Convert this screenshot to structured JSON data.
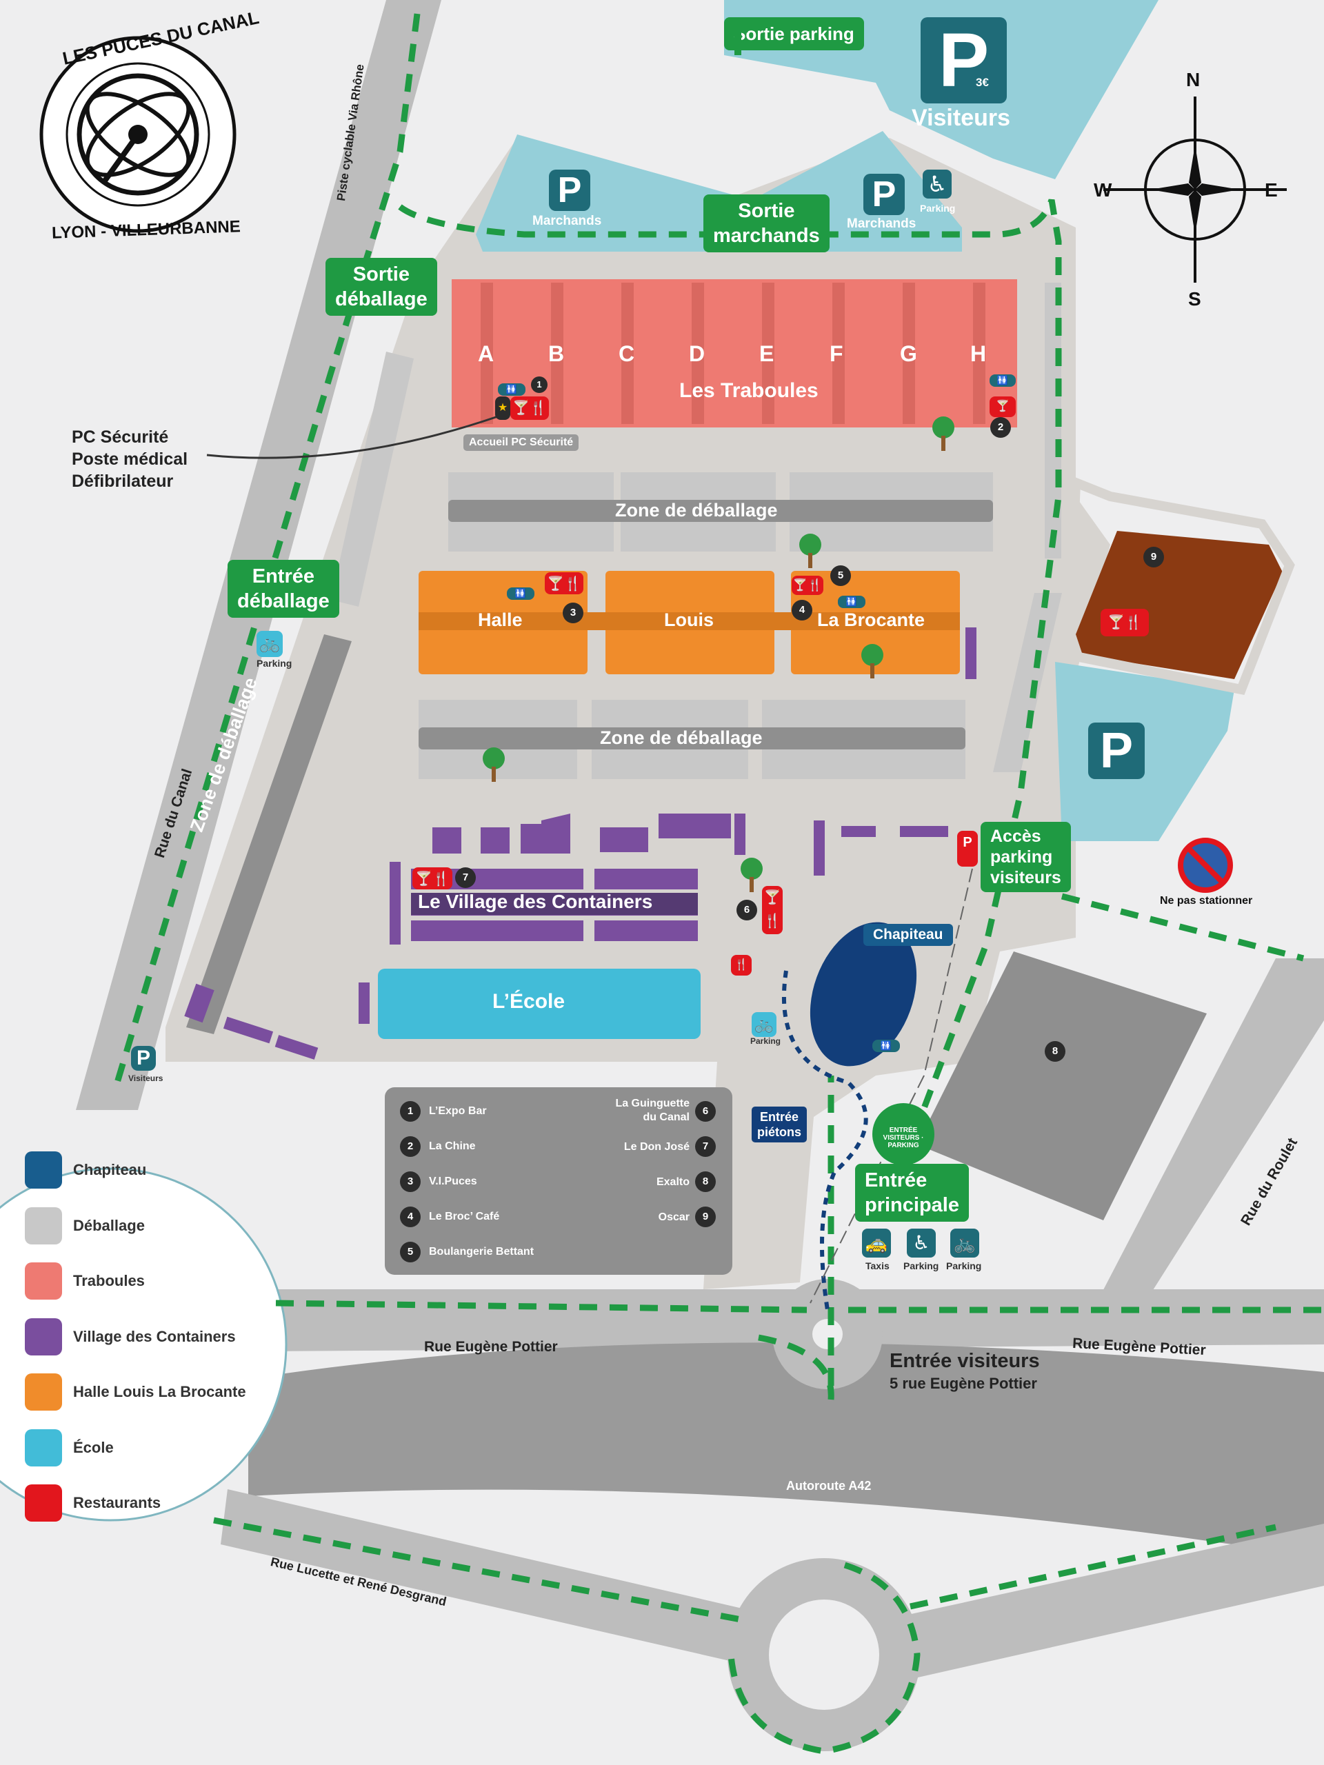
{
  "brand": {
    "logo_arc_top": "LES PUCES DU CANAL",
    "logo_arc_bottom": "LYON - VILLEURBANNE"
  },
  "compass": {
    "n": "N",
    "s": "S",
    "e": "E",
    "w": "W"
  },
  "signs": {
    "sortie_parking": "Sortie parking",
    "sortie_marchands_1": "Sortie",
    "sortie_marchands_2": "marchands",
    "sortie_deballage_1": "Sortie",
    "sortie_deballage_2": "déballage",
    "entree_deballage_1": "Entrée",
    "entree_deballage_2": "déballage",
    "acces_parking_1": "Accès",
    "acces_parking_2": "parking",
    "acces_parking_3": "visiteurs",
    "entree_principale_1": "Entrée",
    "entree_principale_2": "principale",
    "entree_pietons_1": "Entrée",
    "entree_pietons_2": "piétons",
    "entree_visiteurs_title": "Entrée visiteurs",
    "entree_visiteurs_address": "5 rue Eugène Pottier",
    "ne_pas_stationner": "Ne pas stationner",
    "pc_securite_1": "PC Sécurité",
    "pc_securite_2": "Poste médical",
    "pc_securite_3": "Défibrilateur",
    "accueil_pc": "Accueil PC Sécurité",
    "entree_ring_text": "ENTRÉE VISITEURS · PARKING"
  },
  "parking": {
    "visiteurs_price": "3€",
    "visiteurs_label": "Visiteurs",
    "marchands_1": "Marchands",
    "marchands_2": "Marchands",
    "pmr_label": "Parking",
    "bike_left_label": "Parking",
    "bike_center_label": "Parking",
    "small_p_label": "Visiteurs",
    "bottom_icons": [
      "Taxis",
      "Parking",
      "Parking"
    ],
    "p_letter": "P"
  },
  "zones": {
    "traboules": "Les Traboules",
    "aisles": [
      "A",
      "B",
      "C",
      "D",
      "E",
      "F",
      "G",
      "H"
    ],
    "deballage_top": "Zone de déballage",
    "deballage_mid": "Zone de déballage",
    "deballage_side": "Zone de déballage",
    "halle": "Halle",
    "louis": "Louis",
    "brocante": "La Brocante",
    "village": "Le Village des Containers",
    "ecole": "L’École",
    "chapiteau": "Chapiteau"
  },
  "roads": {
    "piste_cyclable": "Piste cyclable Via Rhône",
    "rue_canal": "Rue du Canal",
    "rue_roulet": "Rue du Roulet",
    "rue_pottier_left": "Rue Eugène Pottier",
    "rue_pottier_right": "Rue Eugène Pottier",
    "autoroute": "Autoroute A42",
    "rue_desgrand": "Rue Lucette et René Desgrand"
  },
  "restaurants_left": [
    {
      "num": "1",
      "name": "L’Expo Bar"
    },
    {
      "num": "2",
      "name": "La Chine"
    },
    {
      "num": "3",
      "name": "V.I.Puces"
    },
    {
      "num": "4",
      "name": "Le Broc’ Café"
    },
    {
      "num": "5",
      "name": "Boulangerie Bettant"
    }
  ],
  "restaurants_right": [
    {
      "num": "6",
      "name_1": "La Guinguette",
      "name_2": "du Canal"
    },
    {
      "num": "7",
      "name_1": "Le Don José",
      "name_2": ""
    },
    {
      "num": "8",
      "name_1": "Exalto",
      "name_2": ""
    },
    {
      "num": "9",
      "name_1": "Oscar",
      "name_2": ""
    }
  ],
  "legend": [
    {
      "label": "Chapiteau",
      "color": "#185d8e"
    },
    {
      "label": "Déballage",
      "color": "#c8c8c8"
    },
    {
      "label": "Traboules",
      "color": "#ee7a72"
    },
    {
      "label": "Village des Containers",
      "color": "#7a4e9e"
    },
    {
      "label": "Halle Louis La Brocante",
      "color": "#f08c2b"
    },
    {
      "label": "École",
      "color": "#42bcd8"
    },
    {
      "label": "Restaurants",
      "color": "#e2161d"
    }
  ],
  "map_badges": [
    "1",
    "2",
    "3",
    "4",
    "5",
    "6",
    "7",
    "8",
    "9"
  ],
  "colors": {
    "water_parking": "#95cfd9",
    "site_ground": "#d7d4d0",
    "road": "#9a9a9a",
    "green_route": "#1f9a43",
    "brown_building": "#8b3a12"
  }
}
